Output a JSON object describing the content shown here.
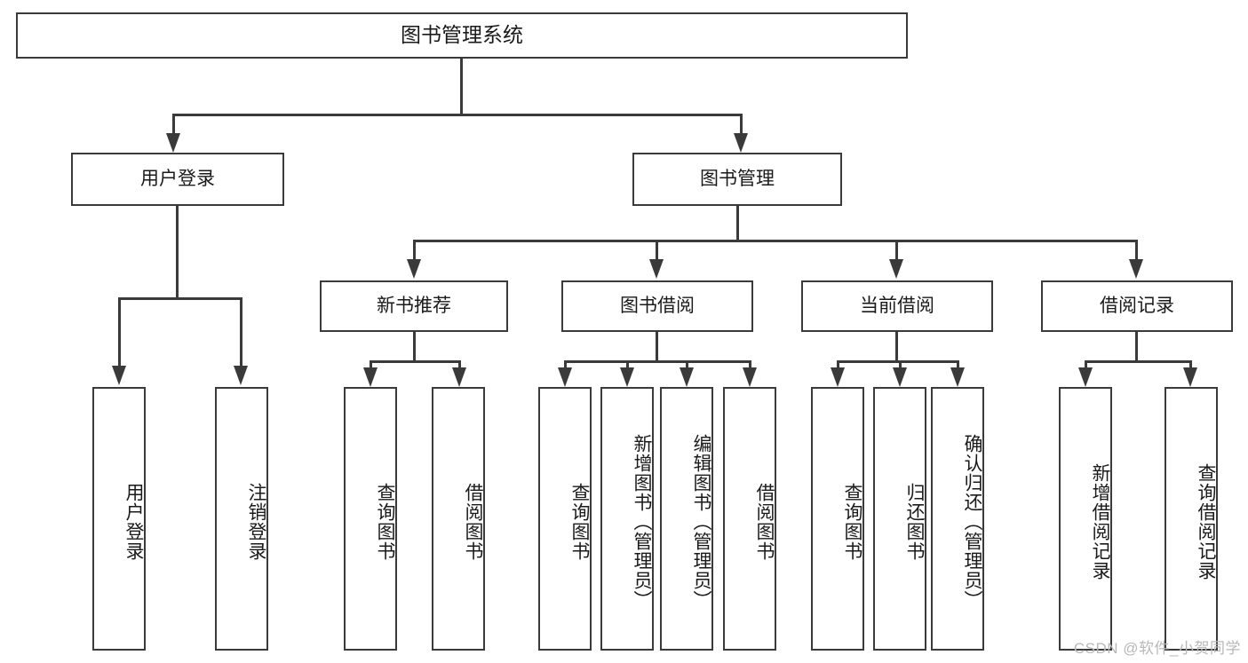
{
  "diagram": {
    "title": "图书管理系统",
    "root": {
      "label": "图书管理系统"
    },
    "level2": [
      {
        "label": "用户登录"
      },
      {
        "label": "图书管理"
      }
    ],
    "level3": [
      {
        "label": "新书推荐"
      },
      {
        "label": "图书借阅"
      },
      {
        "label": "当前借阅"
      },
      {
        "label": "借阅记录"
      }
    ],
    "leaves": {
      "user_login": [
        {
          "label": "用户登录"
        },
        {
          "label": "注销登录"
        }
      ],
      "new_book_recommend": [
        {
          "label": "查询图书"
        },
        {
          "label": "借阅图书"
        }
      ],
      "book_borrow": [
        {
          "label": "查询图书"
        },
        {
          "label": "新增图书（管理员）"
        },
        {
          "label": "编辑图书（管理员）"
        },
        {
          "label": "借阅图书"
        }
      ],
      "current_borrow": [
        {
          "label": "查询图书"
        },
        {
          "label": "归还图书"
        },
        {
          "label": "确认归还（管理员）"
        }
      ],
      "borrow_record": [
        {
          "label": "新增借阅记录"
        },
        {
          "label": "查询借阅记录"
        }
      ]
    },
    "watermark": "CSDN @软件_小贺同学",
    "colors": {
      "line": "#3a3a3a",
      "box_fill": "#ffffff",
      "text": "#1a1a1a",
      "watermark": "#b8b8b8"
    }
  }
}
